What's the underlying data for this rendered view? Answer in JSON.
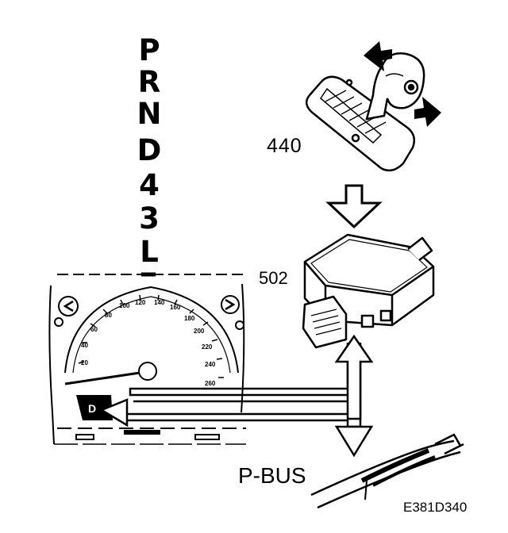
{
  "gear_positions": [
    "P",
    "R",
    "N",
    "D",
    "4",
    "3",
    "L"
  ],
  "labels": {
    "shifter_number": "440",
    "module_number": "502",
    "bus_name": "P-BUS",
    "figure_code": "E381D340"
  },
  "gauge": {
    "speed_ticks": [
      "20",
      "40",
      "60",
      "80",
      "100",
      "120",
      "140",
      "160",
      "180",
      "200",
      "220",
      "240",
      "260"
    ],
    "display_gear": "D"
  }
}
